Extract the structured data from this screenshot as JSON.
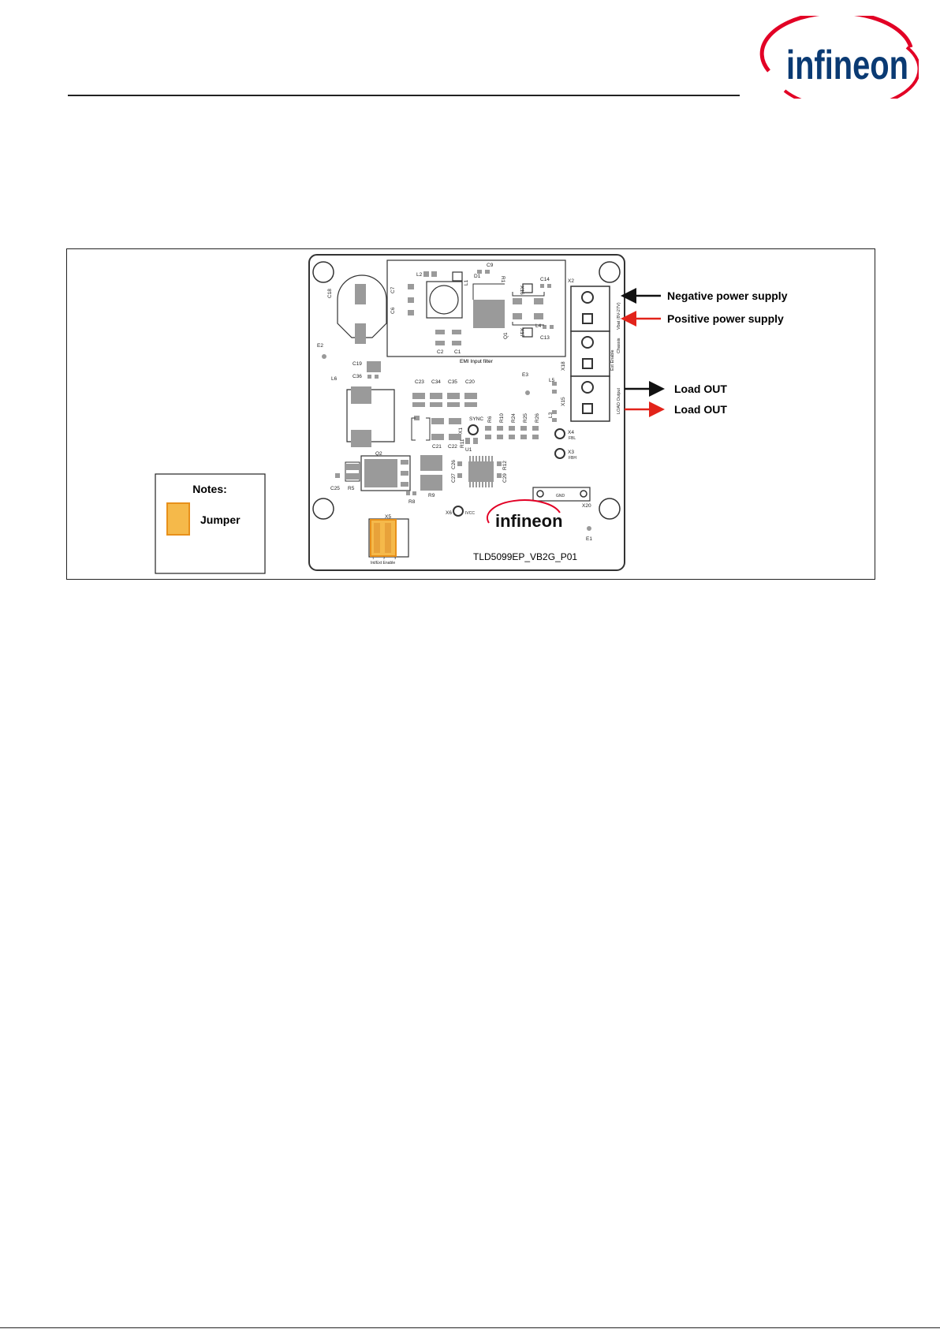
{
  "header": {
    "logo_text": "infineon",
    "brand_color": "#E20025"
  },
  "figure": {
    "annotations": {
      "negative_supply": "Negative  power supply",
      "positive_supply": "Positive power supply",
      "load_out_1": "Load OUT",
      "load_out_2": "Load OUT"
    },
    "notes": {
      "title": "Notes:",
      "jumper": "Jumper"
    },
    "board": {
      "name": "TLD5099EP_VB2G_P01",
      "logo_text": "infineon",
      "emi_label": "EMI Input filter",
      "labels": {
        "X2": "X2",
        "X18": "X18",
        "X15": "X15",
        "X1": "X1",
        "X4": "X4",
        "FBL": "FBL",
        "X3": "X3",
        "FBH": "FBH",
        "X20": "X20",
        "GND": "GND",
        "X5": "X5",
        "X6": "X6",
        "IVCC": "IVCC",
        "SYNC": "SYNC",
        "E1": "E1",
        "E2": "E2",
        "E3": "E3",
        "L1": "L1",
        "L2": "L2",
        "L3": "L3",
        "L4": "L4",
        "L5": "L5",
        "L6": "L6",
        "D1": "D1",
        "Q1": "Q1",
        "Q2": "Q2",
        "U1": "U1",
        "C1": "C1",
        "C2": "C2",
        "C6": "C6",
        "C7": "C7",
        "C9": "C9",
        "C13": "C13",
        "C14": "C14",
        "C18": "C18",
        "C19": "C19",
        "C20": "C20",
        "C21": "C21",
        "C22": "C22",
        "C23": "C23",
        "C25": "C25",
        "C26": "C26",
        "C27": "C27",
        "C29": "C29",
        "C34": "C34",
        "C35": "C35",
        "C36": "C36",
        "R1": "R1",
        "R5": "R5",
        "R6": "R6",
        "R8": "R8",
        "R9": "R9",
        "R10": "R10",
        "R11": "R11",
        "R12": "R12",
        "R24": "R24",
        "R25": "R25",
        "R26": "R26",
        "X16": "X16",
        "X17": "X17",
        "vbat": "Vbat (8V-27V)",
        "chassis": "Chassis",
        "ext_enable": "Ext Enable",
        "load_output": "LOAD Output",
        "int_ext_enable": "Int/Ext Enable",
        "pin1": "1",
        "pin2": "2",
        "pin3": "3"
      }
    },
    "colors": {
      "arrow_red": "#E2231A",
      "jumper_fill": "#F5B94A",
      "jumper_stroke": "#E8901A",
      "pad": "#9A9A9A"
    }
  }
}
